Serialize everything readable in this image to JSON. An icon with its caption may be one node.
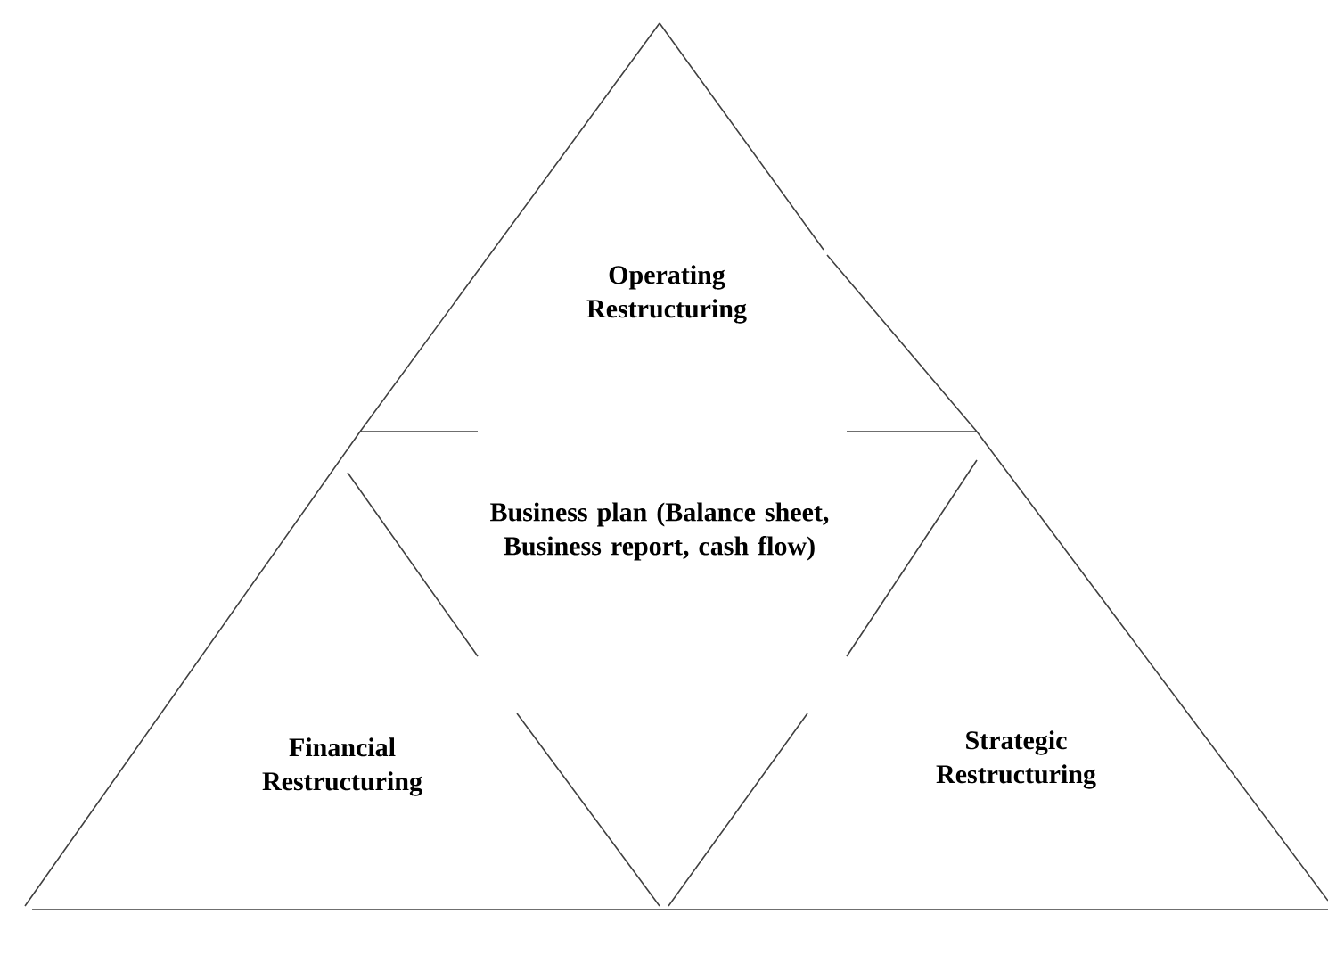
{
  "diagram": {
    "nodes": [
      {
        "text": [
          "Operating Restructuring"
        ]
      },
      {
        "text": [
          "Business plan (Balance sheet, Business report, cash flow)"
        ]
      },
      {
        "text": [
          "Financial Restructuring"
        ]
      },
      {
        "text": [
          "Strategic Restructuring"
        ]
      }
    ]
  }
}
